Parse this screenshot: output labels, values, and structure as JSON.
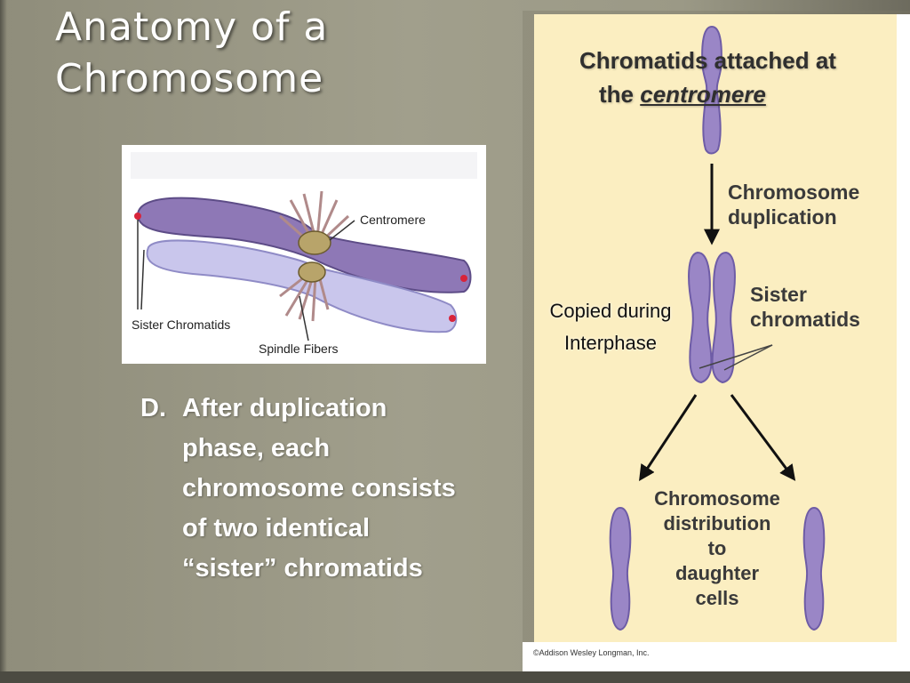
{
  "slide": {
    "title_line1": "Anatomy of a",
    "title_line2": "Chromosome"
  },
  "photo": {
    "label_centromere": "Centromere",
    "label_sister": "Sister Chromatids",
    "label_spindle": "Spindle Fibers"
  },
  "bullet": {
    "marker": "D.",
    "text": "After duplication phase, each chromosome consists of two identical “sister” chromatids"
  },
  "diagram": {
    "top_line1": "Chromatids attached at",
    "top_line2_prefix": "the ",
    "top_line2_em": "centromere",
    "duplication_line1": "Chromosome",
    "duplication_line2": "duplication",
    "copied_line1": "Copied during",
    "copied_line2": "Interphase",
    "sister_line1": "Sister",
    "sister_line2": "chromatids",
    "distribution_line1": "Chromosome",
    "distribution_line2": "distribution",
    "distribution_line3": "to",
    "distribution_line4": "daughter",
    "distribution_line5": "cells",
    "copyright": "©Addison Wesley Longman, Inc."
  },
  "colors": {
    "chromosome_fill": "#9a86c6",
    "chromosome_stroke": "#6e5ca6",
    "panel_bg": "#fbeec1"
  }
}
